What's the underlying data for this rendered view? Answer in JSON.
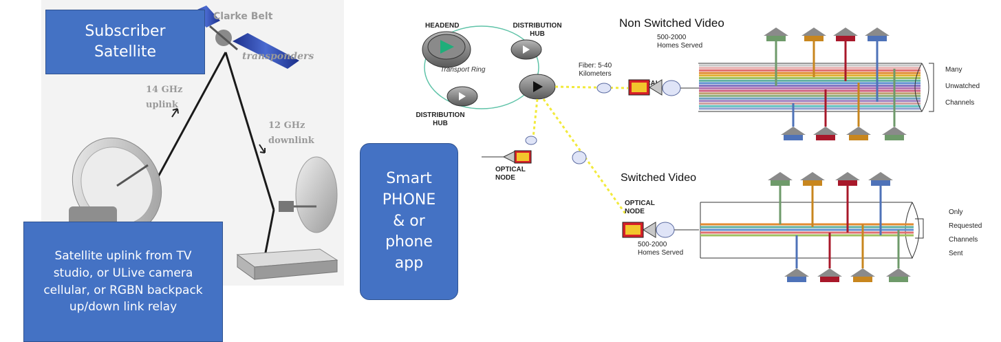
{
  "satellite_scene": {
    "clarke_belt": "Clarke Belt",
    "transponders": "transponders",
    "uplink": "14 GHz\nuplink",
    "downlink": "12 GHz\ndownlink"
  },
  "boxes": {
    "subscriber": "Subscriber\nSatellite",
    "caption": "Satellite uplink from TV\nstudio, or ULive camera\ncellular,  or RGBN backpack\nup/down link relay",
    "phone": "Smart\nPHONE\n& or\nphone\napp"
  },
  "network": {
    "headend": "HEADEND",
    "dist_hub_top": "DISTRIBUTION\nHUB",
    "dist_hub_left": "DISTRIBUTION\nHUB",
    "transport_ring": "Transport Ring",
    "fiber": "Fiber: 5-40\nKilometers",
    "optical_node": "OPTICAL\nNODE",
    "optical_node_left": "OPTICAL\nNODE",
    "optical_node_switched": "OPTICAL\nNODE"
  },
  "non_switched": {
    "title": "Non Switched Video",
    "homes": "500-2000\nHomes Served",
    "side_label": "Many\nUnwatched\nChannels"
  },
  "switched": {
    "title": "Switched Video",
    "homes": "500-2000\nHomes Served",
    "side_label": "Only\nRequested\nChannels\nSent"
  },
  "colors": {
    "box_blue": "#4472c4",
    "fiber_yellow": "#f2ea3c",
    "house_gray": "#8a8a8a",
    "home_green": "#6e9a6a",
    "home_orange": "#c8861e",
    "home_red": "#a8182a",
    "home_blue": "#4e72b8"
  }
}
